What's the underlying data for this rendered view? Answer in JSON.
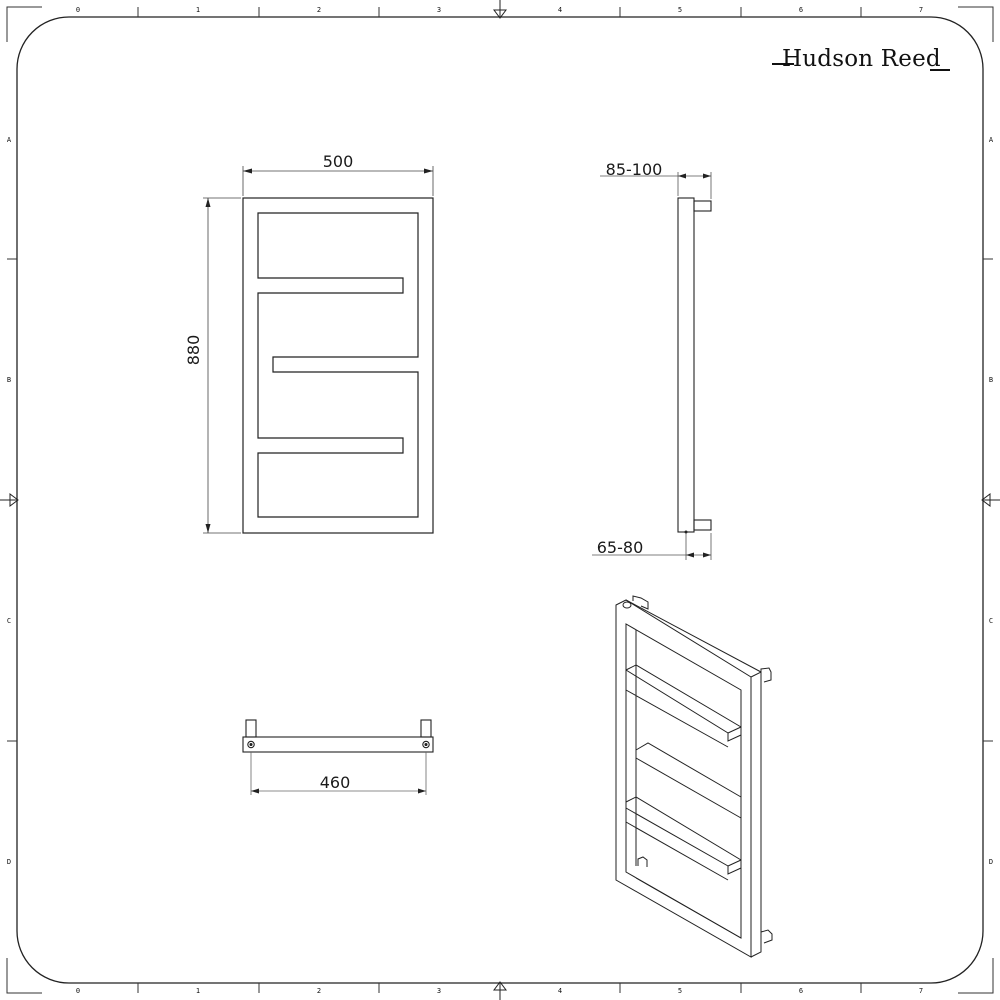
{
  "brand": {
    "name": "Hudson Reed"
  },
  "sheet": {
    "column_labels": [
      "0",
      "1",
      "2",
      "3",
      "4",
      "5",
      "6",
      "7"
    ],
    "row_labels": [
      "A",
      "B",
      "C",
      "D"
    ]
  },
  "views": {
    "front": {
      "title": "front-elevation",
      "width_label": "500",
      "height_label": "880"
    },
    "side": {
      "title": "side-elevation",
      "top_projection_label": "85-100",
      "bottom_projection_label": "65-80"
    },
    "plan": {
      "title": "plan-view",
      "centres_label": "460"
    },
    "isometric": {
      "title": "isometric-view"
    }
  },
  "colors": {
    "line": "#1a1a1a",
    "dim_line": "#555555",
    "border": "#222222",
    "background": "#ffffff"
  }
}
